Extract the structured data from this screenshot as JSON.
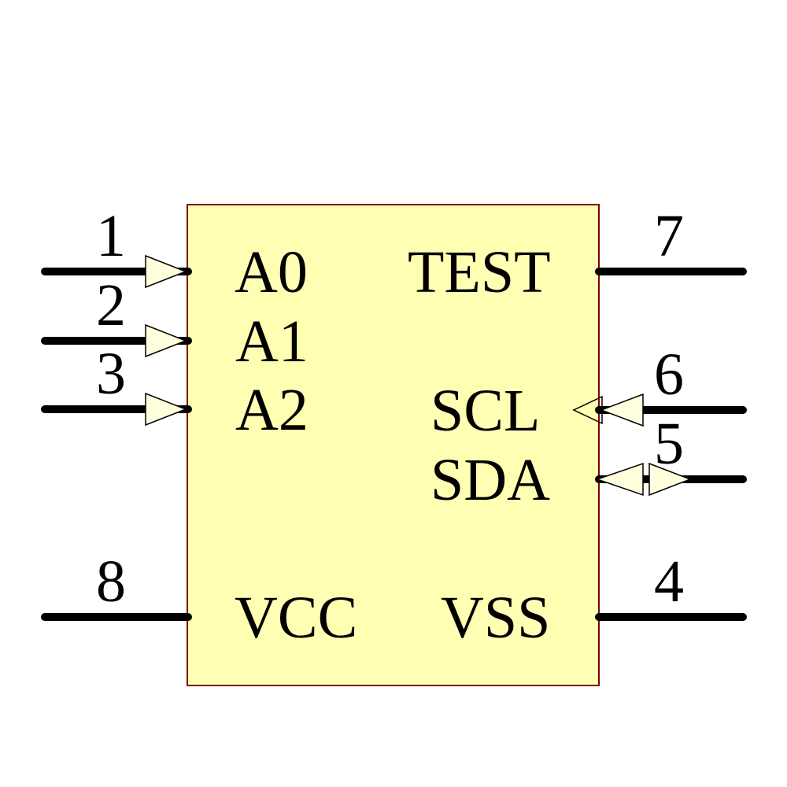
{
  "symbol": {
    "kind": "ic-schematic-symbol",
    "body": {
      "fill": "#FFFFB3",
      "stroke": "#800000"
    },
    "arrow_fill": "#FFFFDE",
    "arrow_stroke": "#000000",
    "wire_color": "#000000",
    "text_color": "#000000",
    "pins": [
      {
        "number": "1",
        "name": "A0",
        "side": "left",
        "direction": "input"
      },
      {
        "number": "2",
        "name": "A1",
        "side": "left",
        "direction": "input"
      },
      {
        "number": "3",
        "name": "A2",
        "side": "left",
        "direction": "input"
      },
      {
        "number": "8",
        "name": "VCC",
        "side": "left",
        "direction": "power"
      },
      {
        "number": "7",
        "name": "TEST",
        "side": "right",
        "direction": "passive"
      },
      {
        "number": "6",
        "name": "SCL",
        "side": "right",
        "direction": "input"
      },
      {
        "number": "5",
        "name": "SDA",
        "side": "right",
        "direction": "bidirectional"
      },
      {
        "number": "4",
        "name": "VSS",
        "side": "right",
        "direction": "power"
      }
    ]
  }
}
